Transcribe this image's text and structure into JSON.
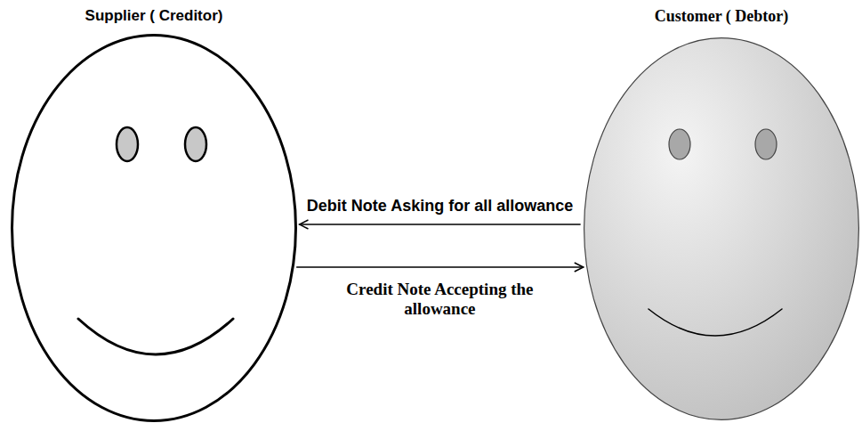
{
  "diagram": {
    "nodes": [
      {
        "text": [
          "Supplier ( Creditor)"
        ]
      },
      {
        "text": [
          "Customer ( Debtor)"
        ]
      }
    ],
    "edges": [
      {
        "from": 1,
        "to": 0,
        "label": "Debit Note Asking for all allowance",
        "arrow": "to"
      },
      {
        "from": 0,
        "to": 1,
        "label": "Credit Note Accepting the allowance",
        "arrow": "to"
      }
    ]
  }
}
